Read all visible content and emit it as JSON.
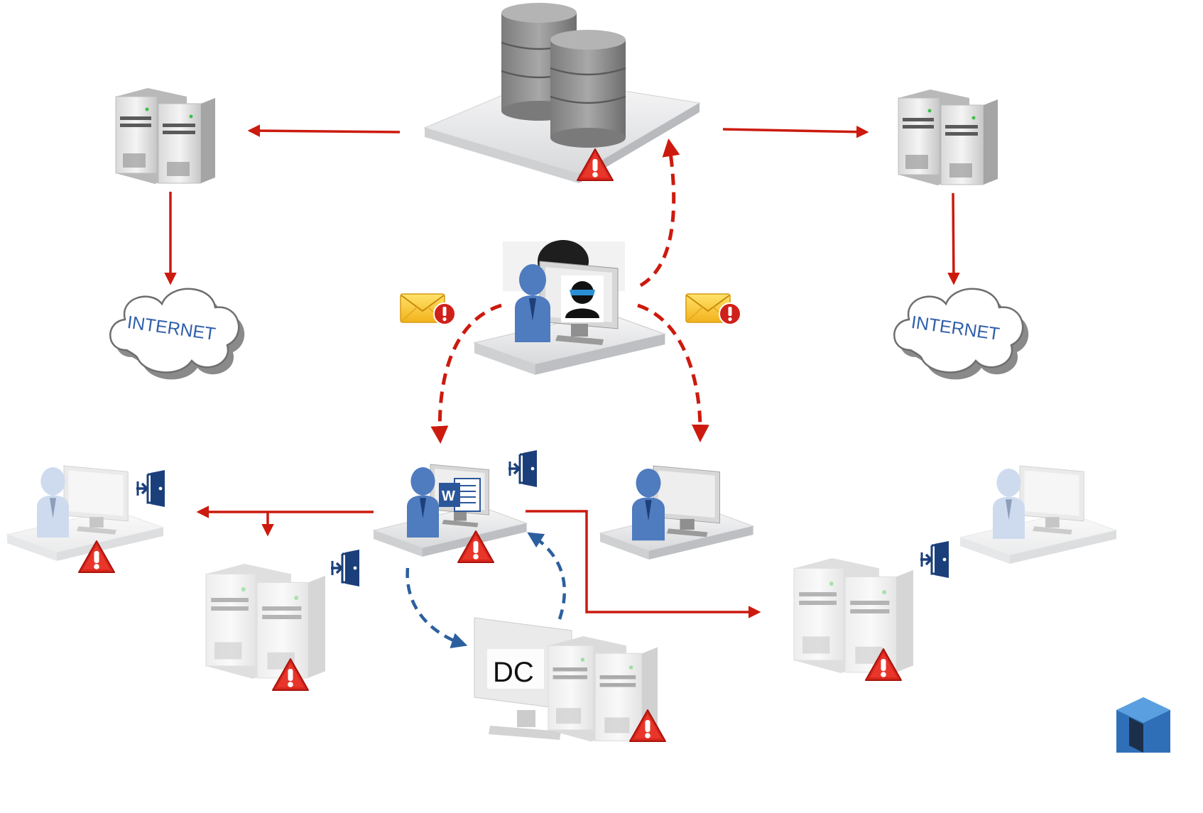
{
  "labels": {
    "internet_left": "INTERNET",
    "internet_right": "INTERNET",
    "domain_controller": "DC"
  },
  "icons": {
    "database": "database-stack-icon",
    "server": "server-tower-icon",
    "cloud": "cloud-icon",
    "attacker": "attacker-workstation-icon",
    "user": "user-workstation-icon",
    "warning": "warning-triangle-icon",
    "email": "malicious-email-icon",
    "login": "login-door-icon",
    "document": "word-document-icon"
  },
  "colors": {
    "attack_path": "#cc1a0e",
    "lateral_move": "#2c5f9e",
    "user_blue": "#4f7bbf",
    "warning_red": "#d9261c",
    "login_navy": "#1b3f7a"
  }
}
